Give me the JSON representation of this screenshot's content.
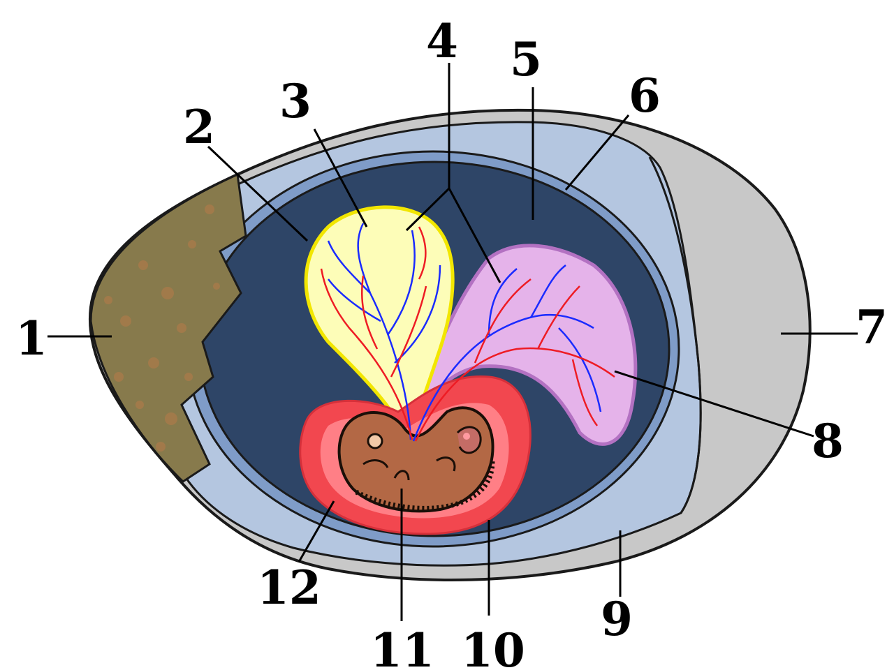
{
  "labels": [
    {
      "id": "1",
      "text": "1"
    },
    {
      "id": "2",
      "text": "2"
    },
    {
      "id": "3",
      "text": "3"
    },
    {
      "id": "4",
      "text": "4"
    },
    {
      "id": "5",
      "text": "5"
    },
    {
      "id": "6",
      "text": "6"
    },
    {
      "id": "7",
      "text": "7"
    },
    {
      "id": "8",
      "text": "8"
    },
    {
      "id": "9",
      "text": "9"
    },
    {
      "id": "10",
      "text": "10"
    },
    {
      "id": "11",
      "text": "11"
    },
    {
      "id": "12",
      "text": "12"
    }
  ],
  "colors": {
    "shell": "#c8c8c8",
    "shell_outline": "#1a1a1a",
    "albumen_layer": "#b4c6e0",
    "air_sac": "#c9c9c9",
    "inner_cavity": "#2e4567",
    "membrane_ring": "#7f9cc8",
    "yolk_sac": "#fdfdb8",
    "yolk_sac_border": "#f2e600",
    "allantois": "#e5b3ea",
    "allantois_border": "#b371c2",
    "amnion": "#f2474f",
    "amnion_inner": "#ff7f86",
    "embryo": "#b36845",
    "broken_shell": "#877a4c",
    "shell_spots": "#b07a4a",
    "artery": "#ee1c24",
    "vein": "#1a2bff"
  }
}
